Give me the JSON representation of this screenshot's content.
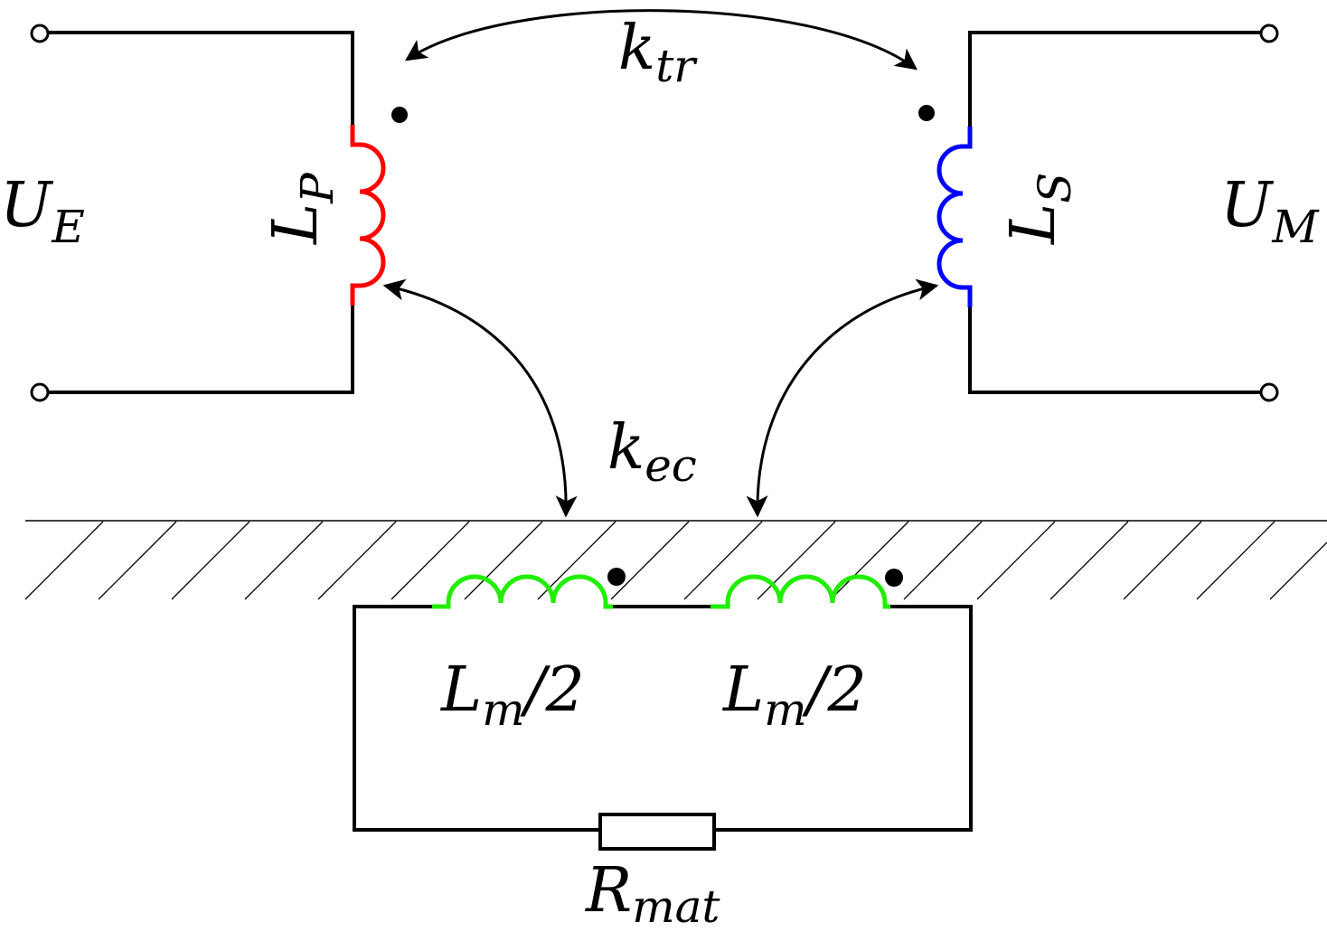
{
  "labels": {
    "voltage_excitation": {
      "main": "U",
      "sub": "E"
    },
    "voltage_measurement": {
      "main": "U",
      "sub": "M"
    },
    "primary_inductance": {
      "main": "L",
      "sub": "P"
    },
    "secondary_inductance": {
      "main": "L",
      "sub": "S"
    },
    "transformer_coupling": {
      "main": "k",
      "sub": "tr"
    },
    "eddy_current_coupling": {
      "main": "k",
      "sub": "ec"
    },
    "material_inductance_left": {
      "main": "L",
      "sub": "m",
      "tail": "/2"
    },
    "material_inductance_right": {
      "main": "L",
      "sub": "m",
      "tail": "/2"
    },
    "material_resistance": {
      "main": "R",
      "sub": "mat"
    }
  },
  "colors": {
    "wire": "#000000",
    "primary_coil": "#ff0000",
    "secondary_coil": "#0000ff",
    "material_coil": "#00ee00"
  }
}
